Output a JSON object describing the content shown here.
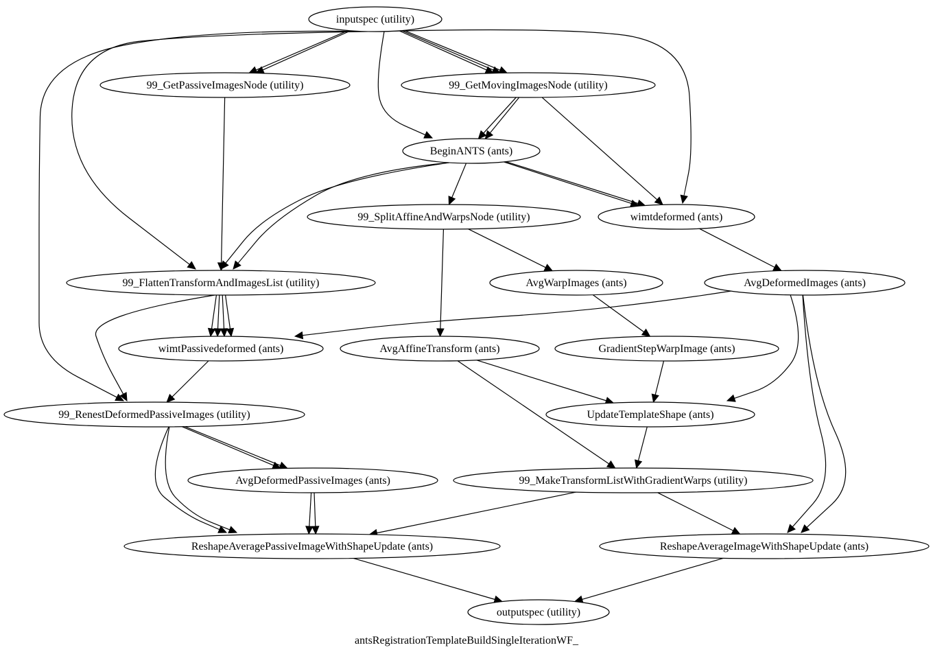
{
  "graph": {
    "caption": "antsRegistrationTemplateBuildSingleIterationWF_",
    "colors": {
      "stroke": "#000000",
      "fill": "#ffffff",
      "text": "#000000"
    },
    "nodes": {
      "inputspec": "inputspec (utility)",
      "getpassive": "99_GetPassiveImagesNode (utility)",
      "getmoving": "99_GetMovingImagesNode (utility)",
      "beginants": "BeginANTS (ants)",
      "splitaffine": "99_SplitAffineAndWarpsNode (utility)",
      "wimtdeformed": "wimtdeformed (ants)",
      "flatten": "99_FlattenTransformAndImagesList (utility)",
      "avgwarp": "AvgWarpImages (ants)",
      "avgdeformed": "AvgDeformedImages (ants)",
      "wimtpassive": "wimtPassivedeformed (ants)",
      "avgaffine": "AvgAffineTransform (ants)",
      "gradientstep": "GradientStepWarpImage (ants)",
      "renest": "99_RenestDeformedPassiveImages (utility)",
      "updatetemplate": "UpdateTemplateShape (ants)",
      "avgdefpassive": "AvgDeformedPassiveImages (ants)",
      "maketransform": "99_MakeTransformListWithGradientWarps (utility)",
      "reshapepassive": "ReshapeAveragePassiveImageWithShapeUpdate (ants)",
      "reshapeavg": "ReshapeAverageImageWithShapeUpdate (ants)",
      "outputspec": "outputspec (utility)"
    },
    "edges": [
      [
        "inputspec",
        "getpassive"
      ],
      [
        "inputspec",
        "getpassive"
      ],
      [
        "inputspec",
        "getmoving"
      ],
      [
        "inputspec",
        "getmoving"
      ],
      [
        "inputspec",
        "getmoving"
      ],
      [
        "inputspec",
        "beginants"
      ],
      [
        "inputspec",
        "wimtdeformed"
      ],
      [
        "inputspec",
        "flatten"
      ],
      [
        "inputspec",
        "renest"
      ],
      [
        "getpassive",
        "flatten"
      ],
      [
        "getmoving",
        "beginants"
      ],
      [
        "getmoving",
        "beginants"
      ],
      [
        "getmoving",
        "wimtdeformed"
      ],
      [
        "beginants",
        "splitaffine"
      ],
      [
        "beginants",
        "wimtdeformed"
      ],
      [
        "beginants",
        "wimtdeformed"
      ],
      [
        "beginants",
        "flatten"
      ],
      [
        "beginants",
        "flatten"
      ],
      [
        "splitaffine",
        "avgwarp"
      ],
      [
        "splitaffine",
        "avgaffine"
      ],
      [
        "wimtdeformed",
        "avgdeformed"
      ],
      [
        "flatten",
        "wimtpassive"
      ],
      [
        "flatten",
        "wimtpassive"
      ],
      [
        "flatten",
        "wimtpassive"
      ],
      [
        "flatten",
        "wimtpassive"
      ],
      [
        "flatten",
        "renest"
      ],
      [
        "avgwarp",
        "gradientstep"
      ],
      [
        "avgdeformed",
        "wimtpassive"
      ],
      [
        "avgdeformed",
        "updatetemplate"
      ],
      [
        "avgdeformed",
        "reshapeavg"
      ],
      [
        "avgdeformed",
        "reshapeavg"
      ],
      [
        "wimtpassive",
        "renest"
      ],
      [
        "avgaffine",
        "updatetemplate"
      ],
      [
        "avgaffine",
        "maketransform"
      ],
      [
        "gradientstep",
        "updatetemplate"
      ],
      [
        "renest",
        "avgdefpassive"
      ],
      [
        "renest",
        "avgdefpassive"
      ],
      [
        "renest",
        "reshapepassive"
      ],
      [
        "renest",
        "reshapepassive"
      ],
      [
        "updatetemplate",
        "maketransform"
      ],
      [
        "avgdefpassive",
        "reshapepassive"
      ],
      [
        "avgdefpassive",
        "reshapepassive"
      ],
      [
        "maketransform",
        "reshapepassive"
      ],
      [
        "maketransform",
        "reshapeavg"
      ],
      [
        "reshapepassive",
        "outputspec"
      ],
      [
        "reshapeavg",
        "outputspec"
      ]
    ]
  }
}
